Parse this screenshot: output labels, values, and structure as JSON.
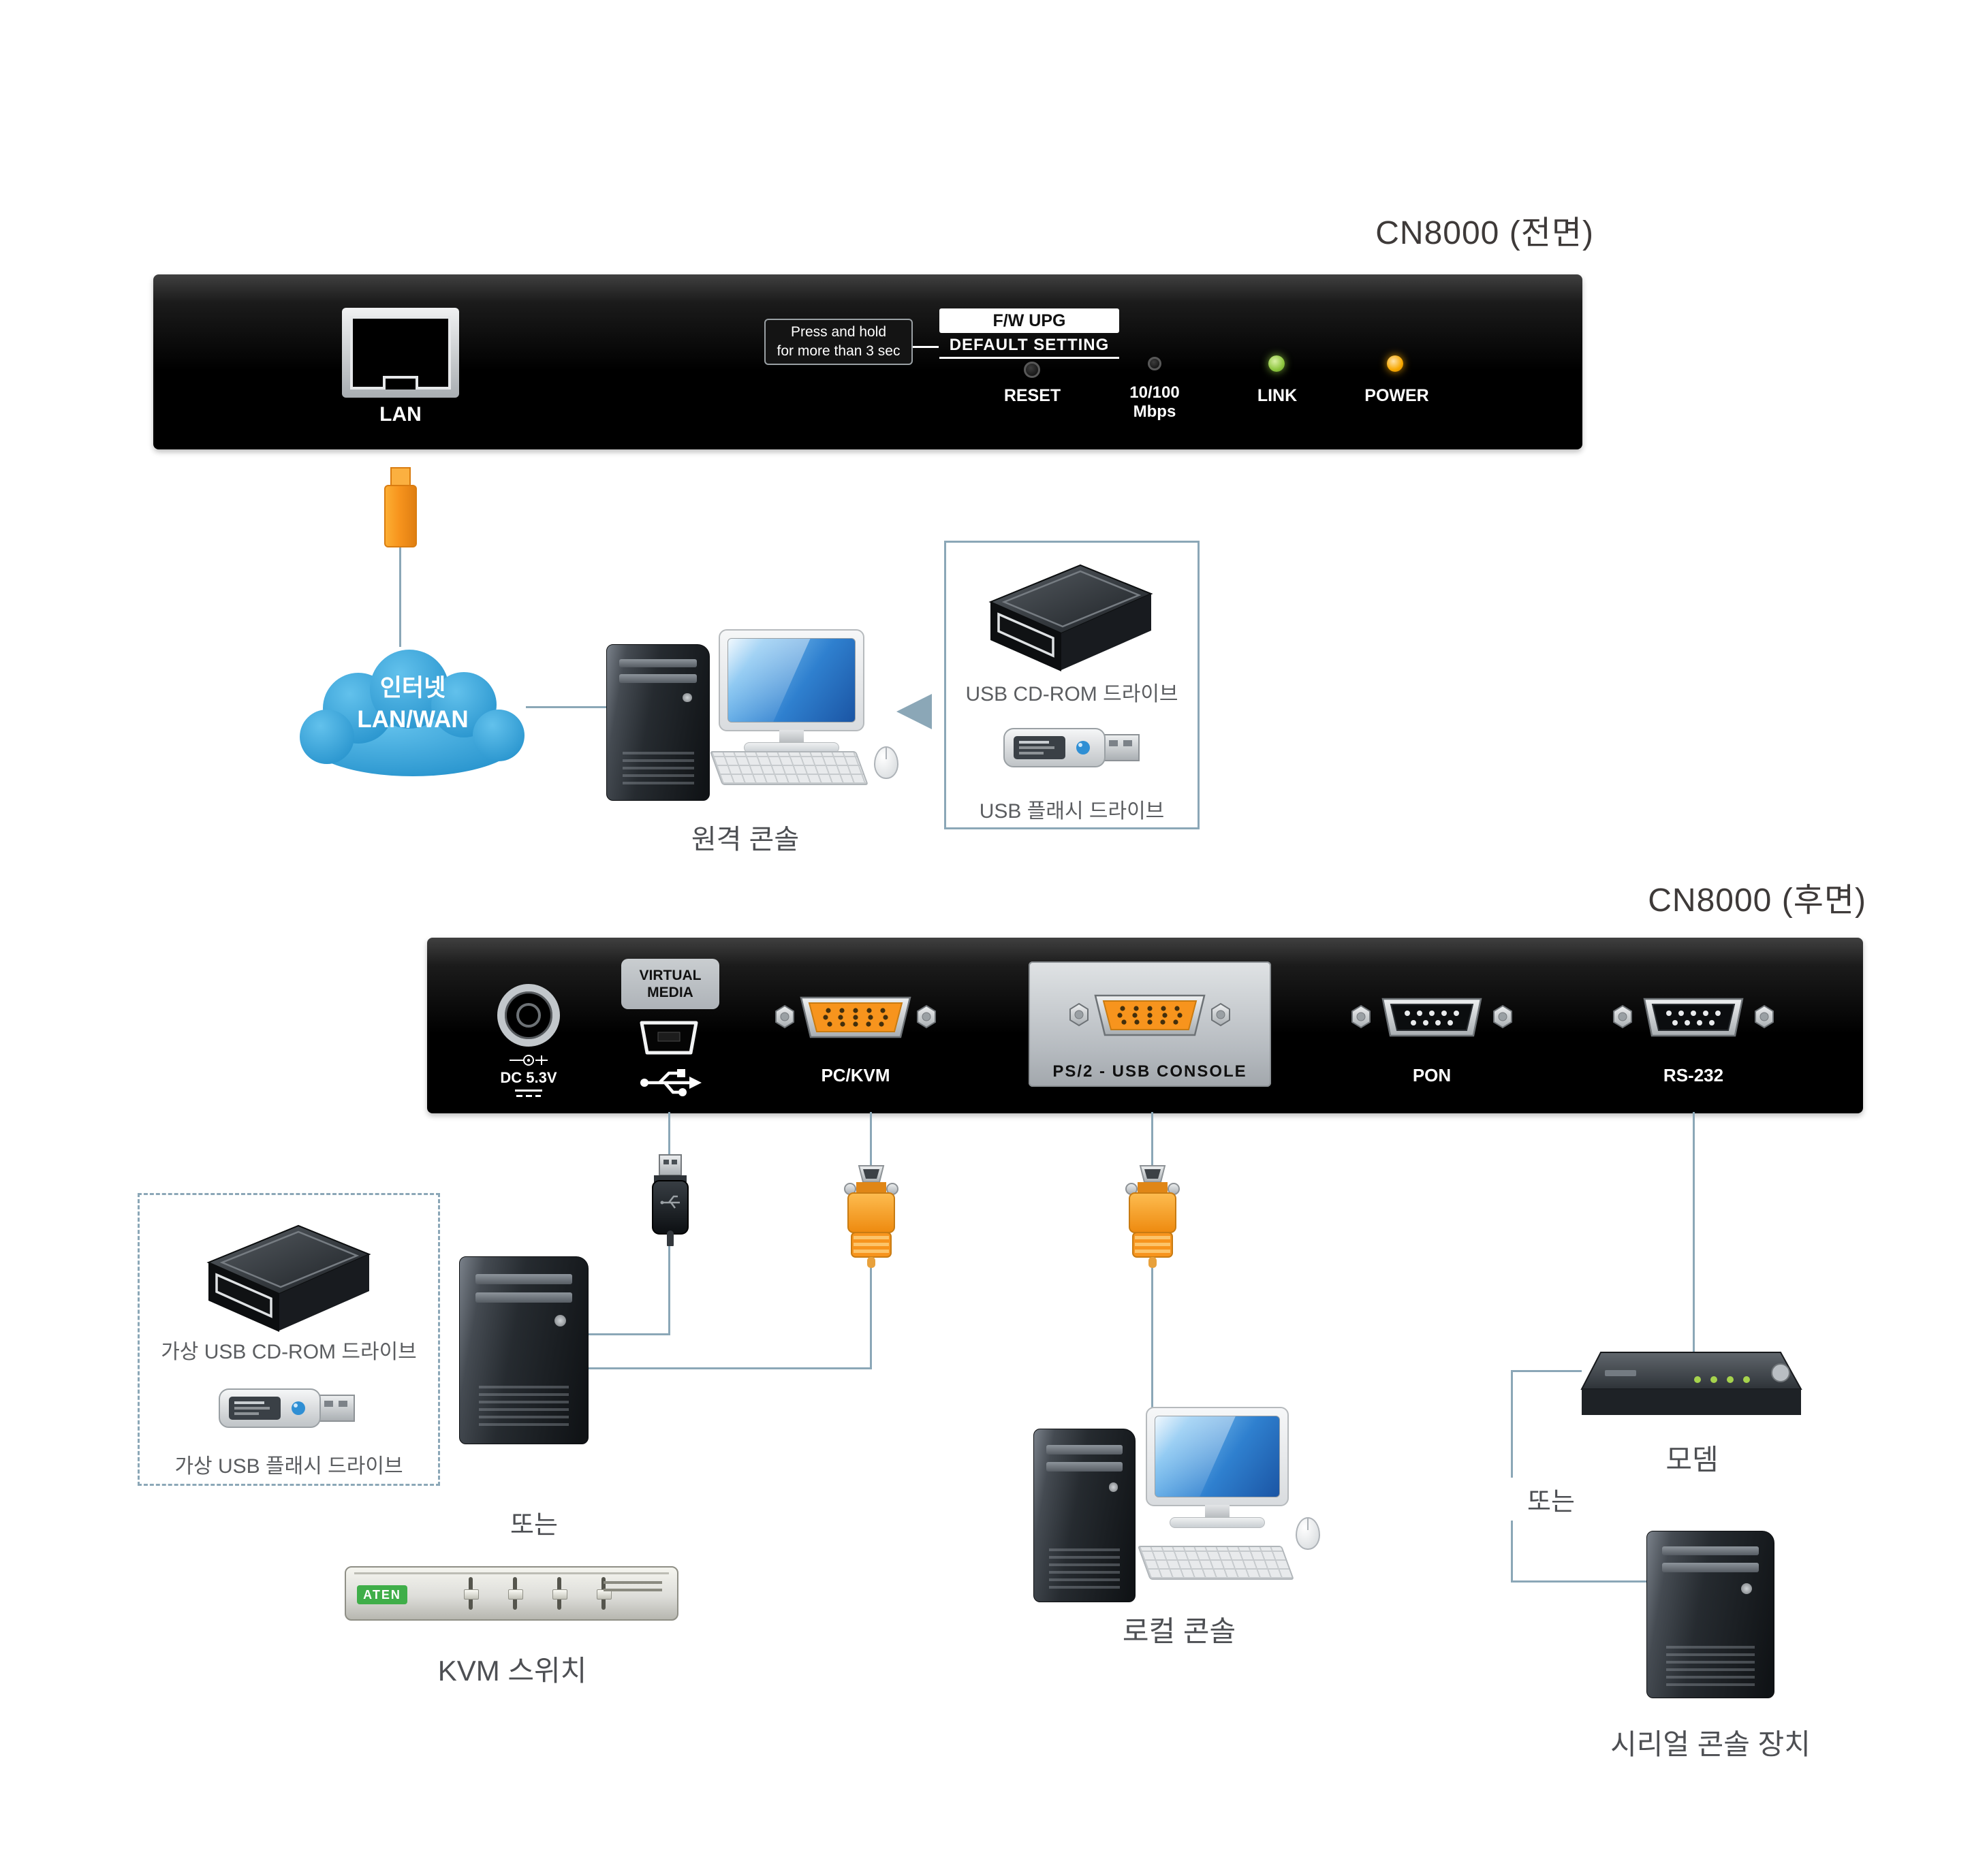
{
  "front": {
    "title": "CN8000 (전면)",
    "lan_label": "LAN",
    "note_line1": "Press and hold",
    "note_line2": "for more than 3 sec",
    "fw_upg_label": "F/W UPG",
    "default_setting_label": "DEFAULT SETTING",
    "reset_label": "RESET",
    "speed_line1": "10/100",
    "speed_line2": "Mbps",
    "link_label": "LINK",
    "power_label": "POWER"
  },
  "remote": {
    "cloud_line1": "인터넷",
    "cloud_line2": "LAN/WAN",
    "console_label": "원격 콘솔",
    "usb_cdrom_label": "USB CD-ROM 드라이브",
    "usb_flash_label": "USB 플래시 드라이브"
  },
  "rear": {
    "title": "CN8000 (후면)",
    "dc_label": "DC 5.3V",
    "virtual_line1": "VIRTUAL",
    "virtual_line2": "MEDIA",
    "pc_kvm_label": "PC/KVM",
    "console_label": "PS/2 - USB CONSOLE",
    "pon_label": "PON",
    "rs232_label": "RS-232"
  },
  "bottom": {
    "virtual_cdrom_label": "가상 USB CD-ROM 드라이브",
    "virtual_flash_label": "가상 USB 플래시 드라이브",
    "or_left": "또는",
    "kvm_brand": "ATEN",
    "kvm_switch_label": "KVM 스위치",
    "local_console_label": "로컬 콘솔",
    "modem_label": "모뎀",
    "or_right": "또는",
    "serial_console_label": "시리얼 콘솔 장치"
  },
  "colors": {
    "connection_line": "#8ba7b7",
    "cloud_blue": "#2e9fd9",
    "port_orange": "#f7941d",
    "led_green": "#8dc63f",
    "led_orange": "#f7a800",
    "panel_black": "#111111"
  }
}
